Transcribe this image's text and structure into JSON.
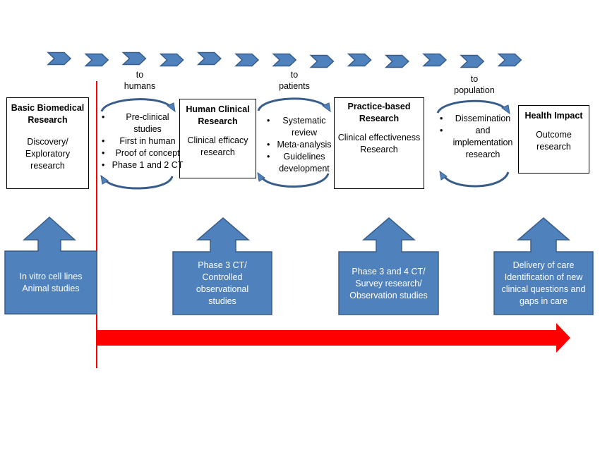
{
  "colors": {
    "blue_fill": "#4f81bd",
    "blue_stroke": "#385d8a",
    "red": "#ff0000"
  },
  "connectors": {
    "to_humans": "to\nhumans",
    "to_patients": "to\npatients",
    "to_population": "to\npopulation"
  },
  "stages": {
    "basic": {
      "title": "Basic Biomedical Research",
      "body": "Discovery/ Exploratory research"
    },
    "human": {
      "title": "Human Clinical Research",
      "body": "Clinical efficacy research"
    },
    "practice": {
      "title": "Practice-based Research",
      "body": "Clinical effectiveness Research"
    },
    "health": {
      "title": "Health Impact",
      "body": "Outcome research"
    }
  },
  "translations": {
    "t1": [
      "Pre-clinical studies",
      "First in human",
      "Proof of concept",
      "Phase 1 and 2 CT"
    ],
    "t2": [
      "Systematic review",
      "Meta-analysis",
      "Guidelines development"
    ],
    "t3": [
      "Dissemination",
      "and implementation research"
    ]
  },
  "evidence": {
    "e1": "In vitro cell lines Animal studies",
    "e2": "Phase 3 CT/ Controlled observational studies",
    "e3": "Phase 3 and 4 CT/ Survey research/ Observation studies",
    "e4": "Delivery of care Identification of new clinical questions and gaps in care"
  },
  "chevron_count": 13
}
